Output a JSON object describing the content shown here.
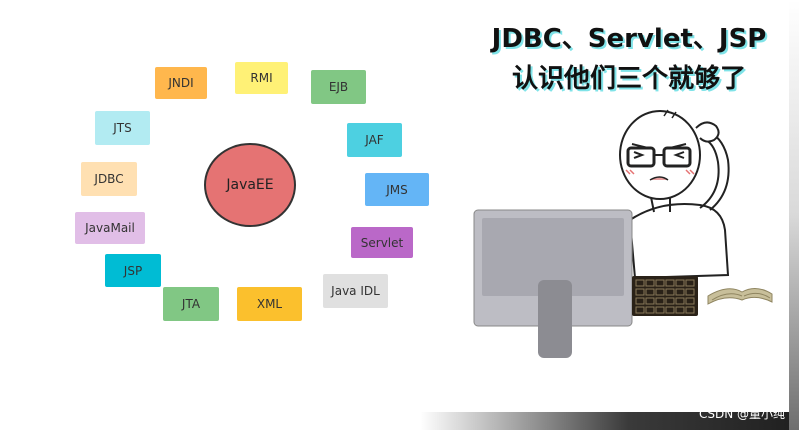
{
  "title": {
    "line1": "JDBC、Servlet、JSP",
    "line2": "认识他们三个就够了"
  },
  "center": {
    "label": "JavaEE",
    "color": "#e57373"
  },
  "tags": [
    {
      "key": "jndi",
      "label": "JNDI",
      "color": "#ffb74d"
    },
    {
      "key": "rmi",
      "label": "RMI",
      "color": "#fff176"
    },
    {
      "key": "ejb",
      "label": "EJB",
      "color": "#81c784"
    },
    {
      "key": "jts",
      "label": "JTS",
      "color": "#b2ebf2"
    },
    {
      "key": "jaf",
      "label": "JAF",
      "color": "#4dd0e1"
    },
    {
      "key": "jdbc",
      "label": "JDBC",
      "color": "#ffe0b2"
    },
    {
      "key": "jms",
      "label": "JMS",
      "color": "#64b5f6"
    },
    {
      "key": "javamail",
      "label": "JavaMail",
      "color": "#e1bee7"
    },
    {
      "key": "servlet",
      "label": "Servlet",
      "color": "#ba68c8"
    },
    {
      "key": "jsp",
      "label": "JSP",
      "color": "#00bcd4"
    },
    {
      "key": "java-idl",
      "label": "Java IDL",
      "color": "#e0e0e0"
    },
    {
      "key": "jta",
      "label": "JTA",
      "color": "#81c784"
    },
    {
      "key": "xml",
      "label": "XML",
      "color": "#fbc02d"
    }
  ],
  "watermark": "CSDN @童小纯"
}
